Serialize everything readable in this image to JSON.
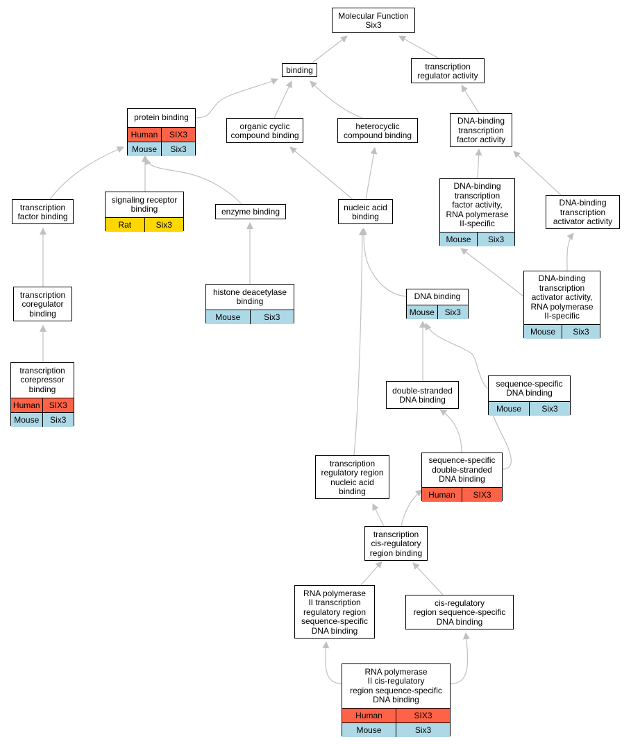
{
  "nodes": [
    {
      "id": "mf",
      "lines": [
        "Molecular Function",
        "Six3"
      ],
      "rows": []
    },
    {
      "id": "binding",
      "lines": [
        "binding"
      ],
      "rows": []
    },
    {
      "id": "trxreg",
      "lines": [
        "transcription",
        "regulator activity"
      ],
      "rows": []
    },
    {
      "id": "protein",
      "lines": [
        "protein binding"
      ],
      "rows": [
        {
          "species": "Human",
          "gene": "SIX3",
          "color": "#ff6347"
        },
        {
          "species": "Mouse",
          "gene": "Six3",
          "color": "#add8e6"
        }
      ]
    },
    {
      "id": "organic",
      "lines": [
        "organic cyclic",
        "compound binding"
      ],
      "rows": []
    },
    {
      "id": "hetero",
      "lines": [
        "heterocyclic",
        "compound binding"
      ],
      "rows": []
    },
    {
      "id": "dbtfa",
      "lines": [
        "DNA-binding",
        "transcription",
        "factor activity"
      ],
      "rows": []
    },
    {
      "id": "tfbind",
      "lines": [
        "transcription",
        "factor binding"
      ],
      "rows": []
    },
    {
      "id": "sigrec",
      "lines": [
        "signaling receptor",
        "binding"
      ],
      "rows": [
        {
          "species": "Rat",
          "gene": "Six3",
          "color": "#ffd700"
        }
      ]
    },
    {
      "id": "enzyme",
      "lines": [
        "enzyme binding"
      ],
      "rows": []
    },
    {
      "id": "nucleic",
      "lines": [
        "nucleic acid",
        "binding"
      ],
      "rows": []
    },
    {
      "id": "dbtfa2",
      "lines": [
        "DNA-binding",
        "transcription",
        "factor activity,",
        "RNA polymerase",
        "II-specific"
      ],
      "rows": [
        {
          "species": "Mouse",
          "gene": "Six3",
          "color": "#add8e6"
        }
      ]
    },
    {
      "id": "dbtaa",
      "lines": [
        "DNA-binding",
        "transcription",
        "activator activity"
      ],
      "rows": []
    },
    {
      "id": "coreg",
      "lines": [
        "transcription",
        "coregulator",
        "binding"
      ],
      "rows": []
    },
    {
      "id": "histone",
      "lines": [
        "histone deacetylase",
        "binding"
      ],
      "rows": [
        {
          "species": "Mouse",
          "gene": "Six3",
          "color": "#add8e6"
        }
      ]
    },
    {
      "id": "dna",
      "lines": [
        "DNA binding"
      ],
      "rows": [
        {
          "species": "Mouse",
          "gene": "Six3",
          "color": "#add8e6"
        }
      ]
    },
    {
      "id": "dbtaa2",
      "lines": [
        "DNA-binding",
        "transcription",
        "activator activity,",
        "RNA polymerase",
        "II-specific"
      ],
      "rows": [
        {
          "species": "Mouse",
          "gene": "Six3",
          "color": "#add8e6"
        }
      ]
    },
    {
      "id": "corep",
      "lines": [
        "transcription",
        "corepressor",
        "binding"
      ],
      "rows": [
        {
          "species": "Human",
          "gene": "SIX3",
          "color": "#ff6347"
        },
        {
          "species": "Mouse",
          "gene": "Six3",
          "color": "#add8e6"
        }
      ]
    },
    {
      "id": "dsdna",
      "lines": [
        "double-stranded",
        "DNA binding"
      ],
      "rows": []
    },
    {
      "id": "ssdna",
      "lines": [
        "sequence-specific",
        "DNA binding"
      ],
      "rows": [
        {
          "species": "Mouse",
          "gene": "Six3",
          "color": "#add8e6"
        }
      ]
    },
    {
      "id": "trna",
      "lines": [
        "transcription",
        "regulatory region",
        "nucleic acid",
        "binding"
      ],
      "rows": []
    },
    {
      "id": "ssdsdna",
      "lines": [
        "sequence-specific",
        "double-stranded",
        "DNA binding"
      ],
      "rows": [
        {
          "species": "Human",
          "gene": "SIX3",
          "color": "#ff6347"
        }
      ]
    },
    {
      "id": "tcis",
      "lines": [
        "transcription",
        "cis-regulatory",
        "region binding"
      ],
      "rows": []
    },
    {
      "id": "rnap2",
      "lines": [
        "RNA polymerase",
        "II transcription",
        "regulatory region",
        "sequence-specific",
        "DNA binding"
      ],
      "rows": []
    },
    {
      "id": "cisreg",
      "lines": [
        "cis-regulatory",
        "region sequence-specific",
        "DNA binding"
      ],
      "rows": []
    },
    {
      "id": "rnap2cis",
      "lines": [
        "RNA polymerase",
        "II cis-regulatory",
        "region sequence-specific",
        "DNA binding"
      ],
      "rows": [
        {
          "species": "Human",
          "gene": "SIX3",
          "color": "#ff6347"
        },
        {
          "species": "Mouse",
          "gene": "Six3",
          "color": "#add8e6"
        }
      ]
    }
  ],
  "edge_color": "#c0c0c0"
}
